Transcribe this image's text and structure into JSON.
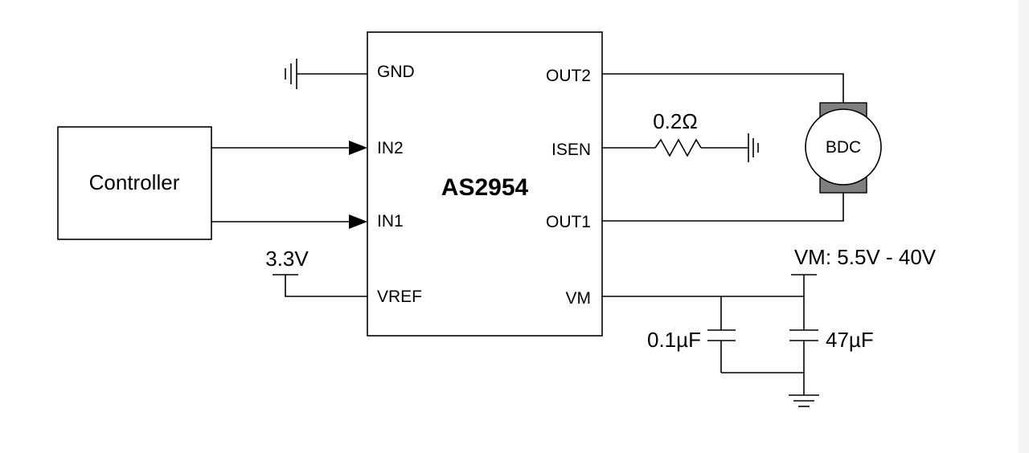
{
  "chip": {
    "name": "AS2954",
    "pins_left": {
      "gnd": "GND",
      "in2": "IN2",
      "in1": "IN1",
      "vref": "VREF"
    },
    "pins_right": {
      "out2": "OUT2",
      "isen": "ISEN",
      "out1": "OUT1",
      "vm": "VM"
    }
  },
  "controller": {
    "label": "Controller"
  },
  "motor": {
    "label": "BDC"
  },
  "components": {
    "sense_resistor": "0.2Ω",
    "vref_supply": "3.3V",
    "vm_supply": "VM: 5.5V - 40V",
    "cap_small": "0.1µF",
    "cap_bulk": "47µF"
  },
  "colors": {
    "motor_brush": "#7f7f7f",
    "line": "#000000"
  }
}
